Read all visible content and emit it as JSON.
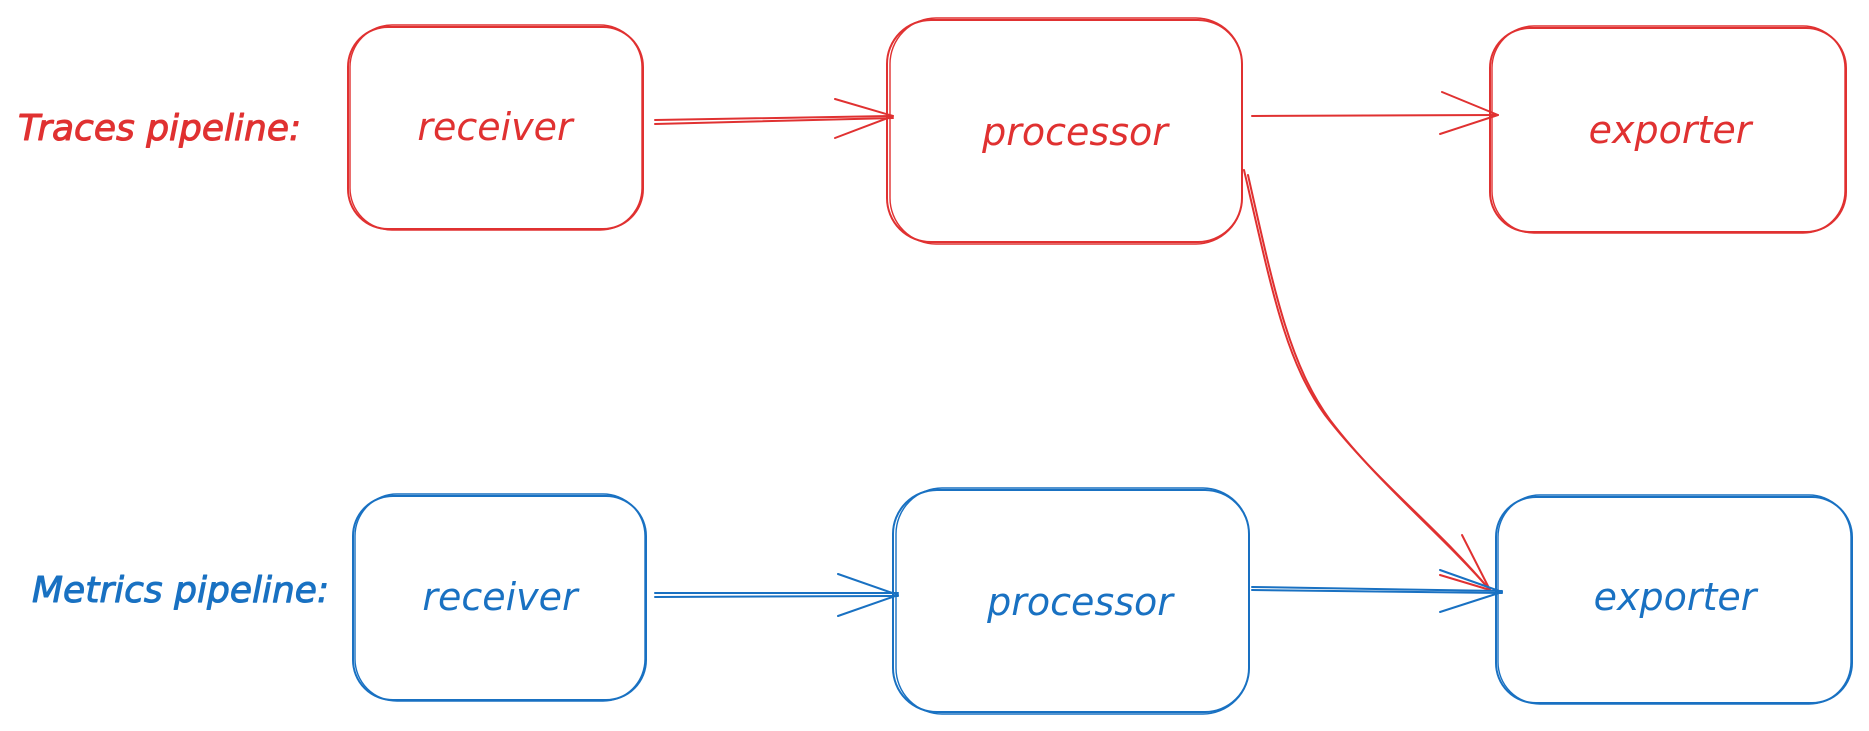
{
  "colors": {
    "traces": "#e03131",
    "metrics": "#1971c2",
    "background": "#ffffff"
  },
  "traces": {
    "label": "Traces pipeline:",
    "receiver": "receiver",
    "processor": "processor",
    "exporter": "exporter"
  },
  "metrics": {
    "label": "Metrics pipeline:",
    "receiver": "receiver",
    "processor": "processor",
    "exporter": "exporter"
  }
}
